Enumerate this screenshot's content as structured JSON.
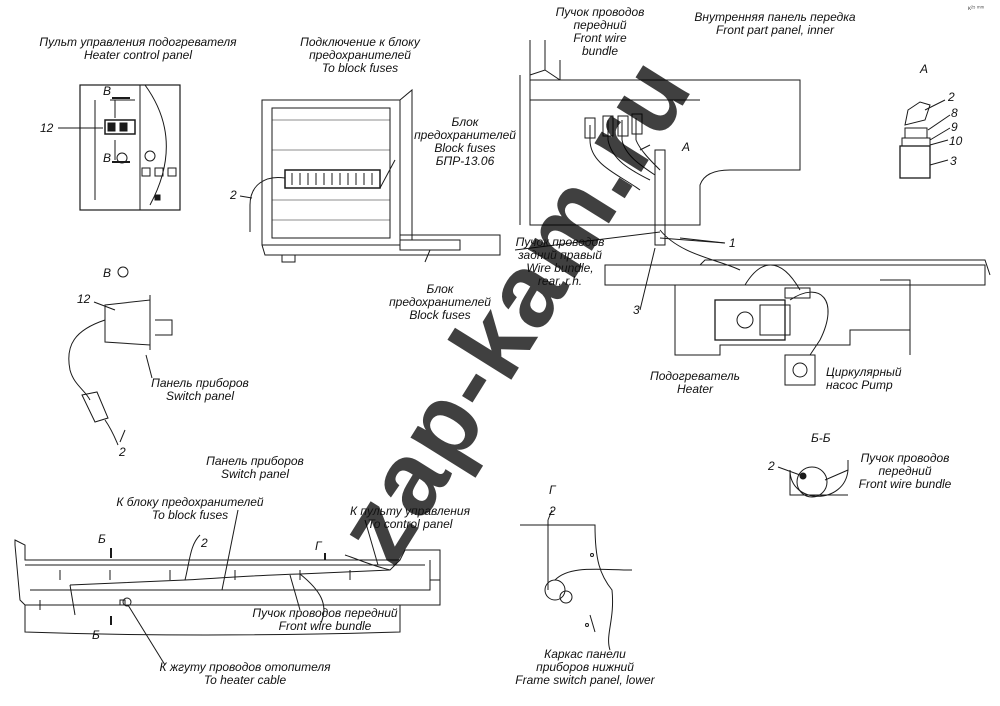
{
  "colors": {
    "ink": "#1a1a1a",
    "paper": "#ffffff",
    "watermark": "#000000"
  },
  "labels": {
    "heater_control": [
      "Пульт управления подогревателя",
      "Heater control panel"
    ],
    "connect_fuses": [
      "Подключение к блоку",
      "предохранителей",
      "To block fuses"
    ],
    "front_bundle_top": [
      "Пучок проводов",
      "передний",
      "Front wire",
      "bundle"
    ],
    "inner_panel": [
      "Внутренняя панель передка",
      "Front part panel, inner"
    ],
    "block_fuses_top": [
      "Блок",
      "предохранителей",
      "Block fuses",
      "БПР-13.06"
    ],
    "block_fuses_bottom": [
      "Блок",
      "предохранителей",
      "Block fuses"
    ],
    "rear_bundle": [
      "Пучок проводов",
      "задний правый",
      "Wire bundle,",
      "rear, r.h."
    ],
    "heater": [
      "Подогреватель",
      "Heater"
    ],
    "pump": [
      "Циркулярный",
      "насос   Pump"
    ],
    "switch_panel_v": [
      "Панель приборов",
      "Switch panel"
    ],
    "switch_panel_bottom": [
      "Панель приборов",
      "Switch panel"
    ],
    "to_fuses": [
      "К блоку предохранителей",
      "To   block fuses"
    ],
    "to_control": [
      "К пульту управления",
      "To control panel"
    ],
    "front_bundle_bottom": [
      "Пучок проводов передний",
      "Front wire bundle"
    ],
    "to_heater_cable": [
      "К жгуту проводов отопителя",
      "To heater cable"
    ],
    "front_bundle_bb": [
      "Пучок проводов",
      "передний",
      "Front wire bundle"
    ],
    "frame_panel": [
      "Каркас панели",
      "приборов нижний",
      "Frame switch panel, lower"
    ]
  },
  "views": {
    "A": "А",
    "B_view": "В",
    "BB": "Б-Б",
    "G": "Г",
    "A_mark": "А",
    "B_mark1": "В",
    "B_mark2": "В",
    "B_cut1": "Б",
    "B_cut2": "Б",
    "G_mark": "Г"
  },
  "numbers": {
    "n12a": "12",
    "n12b": "12",
    "n2a": "2",
    "n2b": "2",
    "n2c": "2",
    "n2d": "2",
    "n2e": "2",
    "n2f": "2",
    "n8": "8",
    "n9": "9",
    "n10": "10",
    "n3a": "3",
    "n3b": "3",
    "n1": "1"
  },
  "watermark": "zap-kam.ru",
  "corner_code": "κ²⁵ ᵐᵐ"
}
